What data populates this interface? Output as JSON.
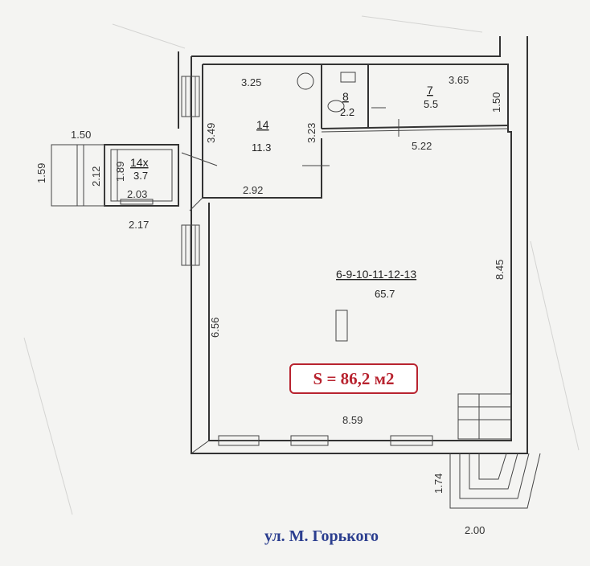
{
  "plan": {
    "total_area": "S = 86,2 м2",
    "street": "ул. М. Горького",
    "rooms": {
      "r14": {
        "number": "14",
        "area": "11.3"
      },
      "r14x": {
        "number": "14х",
        "area": "3.7"
      },
      "r8": {
        "number": "8",
        "area": "2.2"
      },
      "r7": {
        "number": "7",
        "area": "5.5"
      },
      "rmain": {
        "number": "6-9-10-11-12-13",
        "area": "65.7"
      }
    },
    "dimensions": {
      "d_325": "3.25",
      "d_349": "3.49",
      "d_323": "3.23",
      "d_292": "2.92",
      "d_365": "3.65",
      "d_150a": "1.50",
      "d_522": "5.22",
      "d_150b": "1.50",
      "d_159": "1.59",
      "d_212": "2.12",
      "d_189": "1.89",
      "d_203": "2.03",
      "d_217": "2.17",
      "d_845": "8.45",
      "d_656": "6.56",
      "d_859": "8.59",
      "d_174": "1.74",
      "d_200": "2.00"
    },
    "colors": {
      "badge": "#b8232f",
      "street": "#2b3e8f",
      "line": "#333333"
    }
  }
}
